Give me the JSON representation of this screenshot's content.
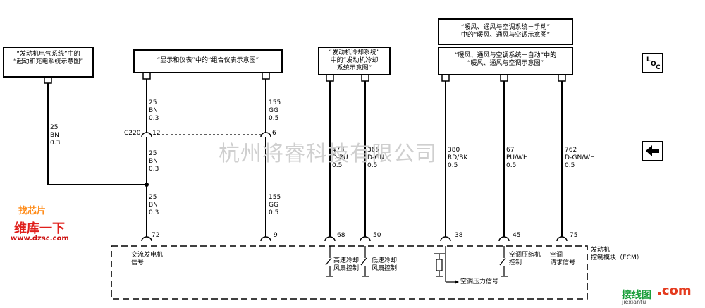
{
  "boxes": {
    "b1": [
      "“发动机电气系统”中的",
      "“起动和充电系统示意图”"
    ],
    "b2": [
      "“显示和仪表”中的“组合仪表示意图”"
    ],
    "b3": [
      "“发动机冷却系统”",
      "中的“发动机冷却",
      "系统示意图”"
    ],
    "b4": [
      "“暖风、通风与空调系统－手动”",
      "中的“暖风、通风与空调示意图”"
    ],
    "b5": [
      "“暖风、通风与空调系统－自动”中的",
      "“暖风、通风与空调示意图”"
    ]
  },
  "wires": {
    "w1": [
      "25",
      "BN",
      "0.3"
    ],
    "w2a": [
      "25",
      "BN",
      "0.3"
    ],
    "w2b": [
      "25",
      "BN",
      "0.3"
    ],
    "w2c": [
      "25",
      "BN",
      "0.3"
    ],
    "w3a": [
      "155",
      "GG",
      "0.5"
    ],
    "w3b": [
      "155",
      "GG",
      "0.5"
    ],
    "w4": [
      "478",
      "D-BU",
      "0.5"
    ],
    "w5": [
      "365",
      "D-GN",
      "0.5"
    ],
    "w6": [
      "380",
      "RD/BK",
      "0.5"
    ],
    "w7": [
      "67",
      "PU/WH",
      "0.5"
    ],
    "w8": [
      "762",
      "D-GN/WH",
      "0.5"
    ]
  },
  "connector": {
    "name": "C220",
    "pin_left": "12",
    "pin_right": "6"
  },
  "pins": {
    "p72": "72",
    "p9": "9",
    "p68": "68",
    "p50": "50",
    "p38": "38",
    "p45": "45",
    "p75": "75"
  },
  "module": {
    "name": [
      "发动机",
      "控制模块（ECM）"
    ],
    "sig_alt": [
      "交流发电机",
      "信号"
    ],
    "sig_hi": [
      "高速冷却",
      "风扇控制"
    ],
    "sig_lo": [
      "低速冷却",
      "风扇控制"
    ],
    "sig_ac_pressure": "空调压力信号",
    "sig_ac_comp": [
      "空调压缩机",
      "控制"
    ],
    "sig_ac_req": [
      "空调",
      "请求信号"
    ]
  },
  "nav": {
    "loc_icon": "location-icon",
    "back_icon": "arrow-left-icon"
  },
  "loc": {
    "l": "L",
    "o": "O",
    "c": "C"
  },
  "watermark": "杭州将睿科技有限公司",
  "logo": {
    "top": "找芯片",
    "cn": "维库一下",
    "url": "www.dzsc.com"
  },
  "site": {
    "cn": "接线图",
    "com": ".com",
    "en": "jiexiantu"
  }
}
